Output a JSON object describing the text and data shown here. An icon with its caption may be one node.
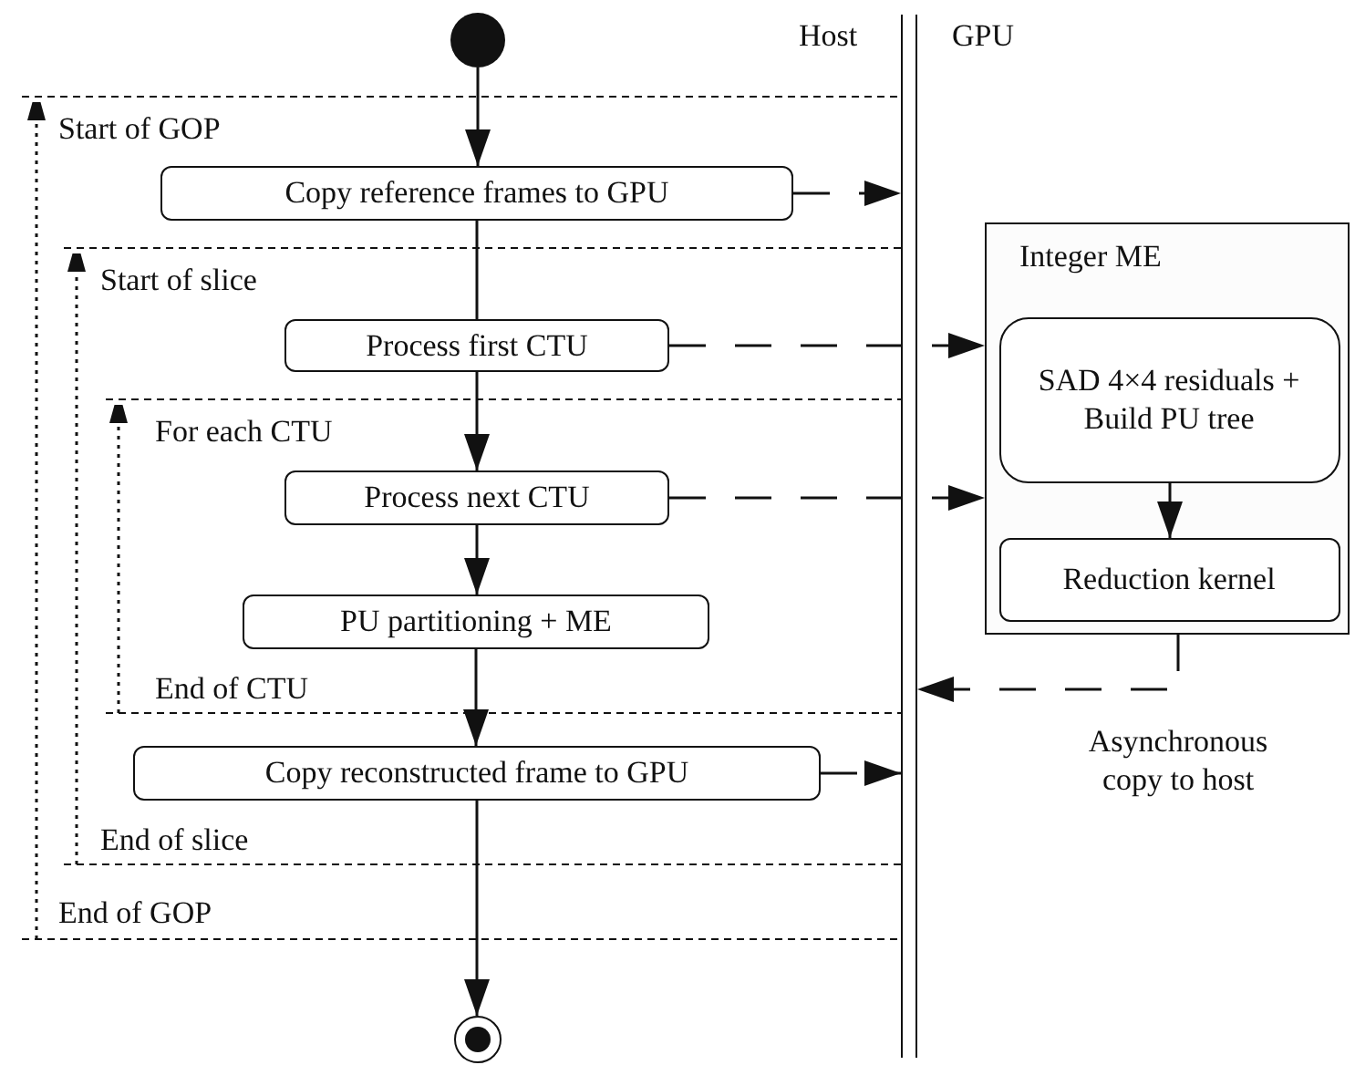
{
  "diagram": {
    "nodes": [
      {
        "text": [],
        "shape": "circle"
      },
      {
        "text": [
          "Copy reference frames to GPU"
        ]
      },
      {
        "text": [
          "Process first CTU"
        ]
      },
      {
        "text": [
          "Process next CTU"
        ]
      },
      {
        "text": [
          "PU partitioning + ME"
        ]
      },
      {
        "text": [
          "Copy reconstructed frame to GPU"
        ]
      },
      {
        "text": [],
        "shape": "circle"
      },
      {
        "text": [],
        "shape": "bar"
      },
      {
        "text": [
          "Integer ME"
        ]
      },
      {
        "text": [
          "SAD 4×4 residuals + Build PU tree"
        ],
        "in": 8
      },
      {
        "text": [
          "Reduction kernel"
        ],
        "in": 8
      }
    ],
    "edges": [
      {
        "from": 0,
        "to": 1,
        "arrow": "to"
      },
      {
        "from": 1,
        "to": 2,
        "arrow": "none"
      },
      {
        "from": 2,
        "to": 3,
        "arrow": "to"
      },
      {
        "from": 3,
        "to": 4,
        "arrow": "to"
      },
      {
        "from": 4,
        "to": 5,
        "arrow": "to"
      },
      {
        "from": 5,
        "to": 6,
        "arrow": "to"
      },
      {
        "from": 1,
        "to": 7,
        "arrow": "to",
        "style": "dashed"
      },
      {
        "from": 2,
        "to": 8,
        "arrow": "to",
        "style": "dashed"
      },
      {
        "from": 3,
        "to": 8,
        "arrow": "to",
        "style": "dashed"
      },
      {
        "from": 9,
        "to": 10,
        "arrow": "to"
      },
      {
        "from": 8,
        "to": 7,
        "arrow": "to",
        "style": "dashed",
        "label": "Asynchronous copy to host"
      },
      {
        "from": 5,
        "to": 7,
        "arrow": "to",
        "style": "dashed"
      }
    ],
    "labels": [
      "Host",
      "GPU",
      "Start of GOP",
      "Start of slice",
      "For each CTU",
      "End of CTU",
      "End of slice",
      "End of GOP"
    ]
  }
}
